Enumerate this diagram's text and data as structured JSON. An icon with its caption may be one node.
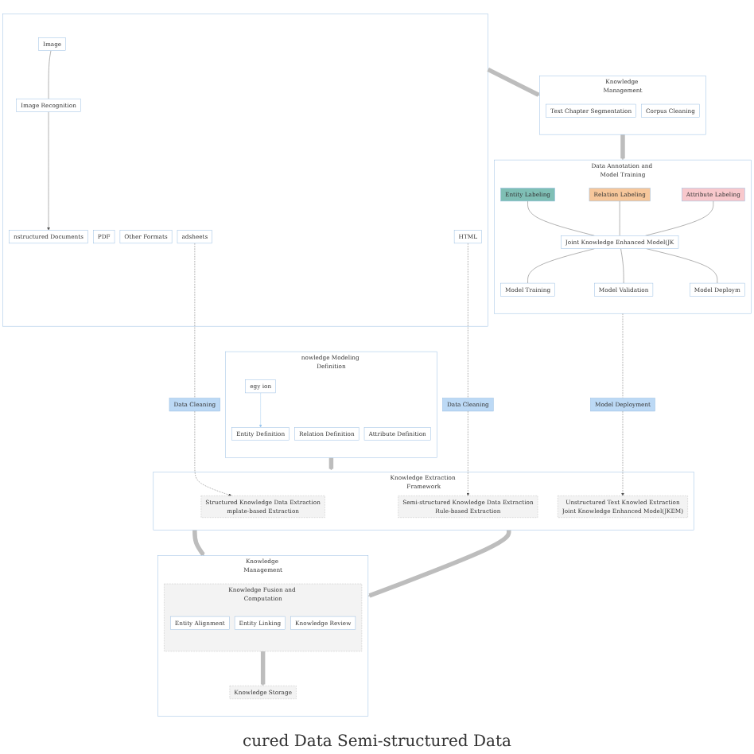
{
  "diagram": {
    "nodes": [
      {
        "text": [],
        "shape": "box"
      },
      {
        "text": [
          "Image"
        ],
        "in": 0
      },
      {
        "text": [
          "Image Recognition"
        ],
        "in": 0
      },
      {
        "text": [
          "nstructured Documents"
        ],
        "in": 0
      },
      {
        "text": [
          "PDF"
        ],
        "in": 0
      },
      {
        "text": [
          "Other Formats"
        ],
        "in": 0
      },
      {
        "text": [
          "adsheets"
        ],
        "in": 0
      },
      {
        "text": [
          "HTML"
        ],
        "in": 0
      },
      {
        "text": [
          "Knowledge Management"
        ]
      },
      {
        "text": [
          "Text Chapter Segmentation"
        ],
        "in": 8
      },
      {
        "text": [
          "Corpus Cleaning"
        ],
        "in": 8
      },
      {
        "text": [
          "Data Annotation and Model Training"
        ]
      },
      {
        "text": [
          "Entity Labeling"
        ],
        "in": 11
      },
      {
        "text": [
          "Relation Labeling"
        ],
        "in": 11
      },
      {
        "text": [
          "Attribute Labeling"
        ],
        "in": 11
      },
      {
        "text": [
          "Joint Knowledge Enhanced Model(JK"
        ],
        "in": 11
      },
      {
        "text": [
          "Model Training"
        ],
        "in": 11
      },
      {
        "text": [
          "Model Validation"
        ],
        "in": 11
      },
      {
        "text": [
          "Model Deploym"
        ],
        "in": 11
      },
      {
        "text": [
          "Data Cleaning"
        ]
      },
      {
        "text": [
          "Data Cleaning"
        ]
      },
      {
        "text": [
          "Model Deployment"
        ]
      },
      {
        "text": [
          "Knowledge Extraction Framework"
        ]
      },
      {
        "text": [
          "Structured Knowledge Data Extraction",
          "mplate-based Extraction"
        ],
        "in": 22
      },
      {
        "text": [
          "Semi-structured Knowledge Data Extraction",
          "Rule-based Extraction"
        ],
        "in": 22
      },
      {
        "text": [
          "Unstructured Text Knowled Extraction",
          "Joint Knowledge Enhanced Model(JKEM)"
        ],
        "in": 22
      },
      {
        "text": [
          "nowledge Modeling Definition"
        ]
      },
      {
        "text": [
          "egy ion"
        ],
        "in": 26
      },
      {
        "text": [
          "Entity Definition"
        ],
        "in": 26
      },
      {
        "text": [
          "Relation Definition"
        ],
        "in": 26
      },
      {
        "text": [
          "Attribute Definition"
        ],
        "in": 26
      },
      {
        "text": [
          "Knowledge Management"
        ]
      },
      {
        "text": [
          "Knowledge Fusion and Computation"
        ],
        "in": 31
      },
      {
        "text": [
          "Entity Alignment"
        ],
        "in": 32
      },
      {
        "text": [
          "Entity Linking"
        ],
        "in": 32
      },
      {
        "text": [
          "Knowledge Review"
        ],
        "in": 32
      },
      {
        "text": [
          "Knowledge Storage"
        ],
        "in": 31
      }
    ],
    "edges": [
      {
        "from": 1,
        "to": 2,
        "arrow": "none"
      },
      {
        "from": 2,
        "to": 3,
        "arrow": "to"
      },
      {
        "from": 0,
        "to": 8,
        "arrow": "to",
        "style": "thick",
        "color": "#bdbdbd"
      },
      {
        "from": 8,
        "to": 11,
        "arrow": "to",
        "style": "thick",
        "color": "#bdbdbd"
      },
      {
        "from": 12,
        "to": 15,
        "arrow": "none"
      },
      {
        "from": 13,
        "to": 15,
        "arrow": "none"
      },
      {
        "from": 14,
        "to": 15,
        "arrow": "none"
      },
      {
        "from": 15,
        "to": 16,
        "arrow": "none"
      },
      {
        "from": 15,
        "to": 17,
        "arrow": "none"
      },
      {
        "from": 15,
        "to": 18,
        "arrow": "none"
      },
      {
        "from": 6,
        "to": 19,
        "arrow": "none",
        "style": "dashed"
      },
      {
        "from": 19,
        "to": 23,
        "arrow": "to",
        "style": "dashed"
      },
      {
        "from": 7,
        "to": 20,
        "arrow": "none",
        "style": "dashed"
      },
      {
        "from": 20,
        "to": 24,
        "arrow": "to",
        "style": "dashed"
      },
      {
        "from": 11,
        "to": 21,
        "arrow": "none",
        "style": "dashed"
      },
      {
        "from": 21,
        "to": 25,
        "arrow": "to",
        "style": "dashed"
      },
      {
        "from": 26,
        "to": 22,
        "arrow": "to",
        "style": "thick",
        "color": "#bdbdbd"
      },
      {
        "from": 22,
        "to": 31,
        "arrow": "to",
        "style": "thick",
        "color": "#bdbdbd"
      },
      {
        "from": 22,
        "to": 31,
        "arrow": "to",
        "style": "thick",
        "color": "#bdbdbd"
      },
      {
        "from": 27,
        "to": 28,
        "arrow": "to",
        "color": "#9ec9ef"
      },
      {
        "from": 32,
        "to": 36,
        "arrow": "to",
        "style": "thick",
        "color": "#bdbdbd"
      }
    ],
    "labels": [
      "cured Data Semi-structured Data"
    ]
  }
}
